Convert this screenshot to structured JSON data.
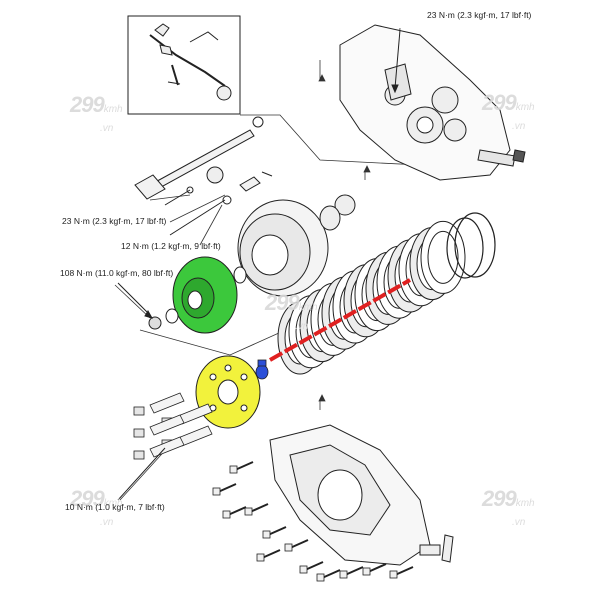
{
  "torque_labels": {
    "top_right": "23 N·m (2.3 kgf·m, 17 lbf·ft)",
    "left_upper": "23 N·m (2.3 kgf·m, 17 lbf·ft)",
    "mid": "12 N·m (1.2 kgf·m, 9 lbf·ft)",
    "hub_nut": "108 N·m (11.0 kgf·m, 80 lbf·ft)",
    "bottom_bolts": "10 N·m (1.0 kgf·m, 7 lbf·ft)"
  },
  "watermarks": [
    {
      "number": "299",
      "suffix": "kmh",
      "domain": ".vn"
    },
    {
      "number": "299",
      "suffix": "kmh",
      "domain": ".vn"
    },
    {
      "number": "299",
      "suffix": "kmh",
      "domain": ".vn"
    },
    {
      "number": "299",
      "suffix": "kmh",
      "domain": ".vn"
    },
    {
      "number": "299",
      "suffix": "kmh",
      "domain": ".vn"
    }
  ],
  "colors": {
    "clutch_center": "#3cc83c",
    "pressure_plate": "#f2f23c",
    "lifter_rod": "#e02020",
    "lifter_bolt": "#2a4fd8",
    "line": "#222222"
  }
}
